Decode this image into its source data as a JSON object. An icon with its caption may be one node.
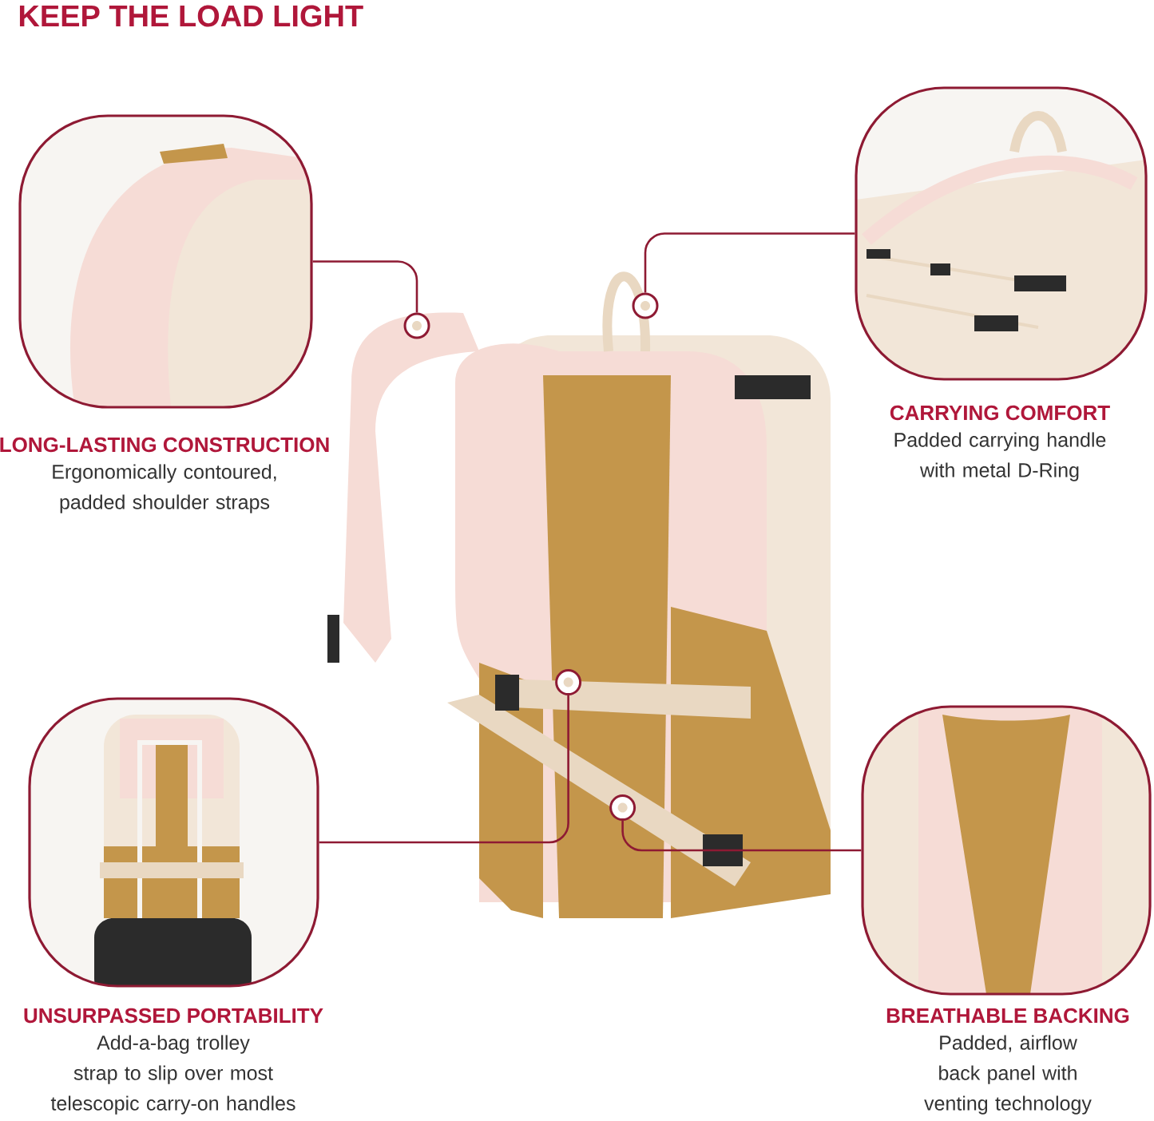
{
  "diagram": {
    "title": "KEEP THE LOAD LIGHT",
    "nodes": [
      {
        "text": [],
        "shape": "picture"
      },
      {
        "text": [],
        "shape": "circle"
      },
      {
        "text": [],
        "shape": "circle"
      },
      {
        "text": [],
        "shape": "circle",
        "in": 0
      },
      {
        "text": [],
        "shape": "circle",
        "in": 0
      },
      {
        "text": [
          "LONG-LASTING CONSTRUCTION",
          "Ergonomically contoured, padded shoulder straps"
        ]
      },
      {
        "text": [
          "CARRYING COMFORT",
          "Padded carrying handle with metal D-Ring"
        ]
      },
      {
        "text": [
          "UNSURPASSED PORTABILITY",
          "Add-a-bag trolley strap to slip over most telescopic carry-on handles"
        ]
      },
      {
        "text": [
          "BREATHABLE BACKING",
          "Padded, airflow back panel with venting technology"
        ]
      }
    ],
    "edges": [
      {
        "from": 5,
        "to": 1,
        "arrow": "none"
      },
      {
        "from": 6,
        "to": 2,
        "arrow": "none"
      },
      {
        "from": 7,
        "to": 3,
        "arrow": "none"
      },
      {
        "from": 8,
        "to": 4,
        "arrow": "none"
      }
    ]
  }
}
